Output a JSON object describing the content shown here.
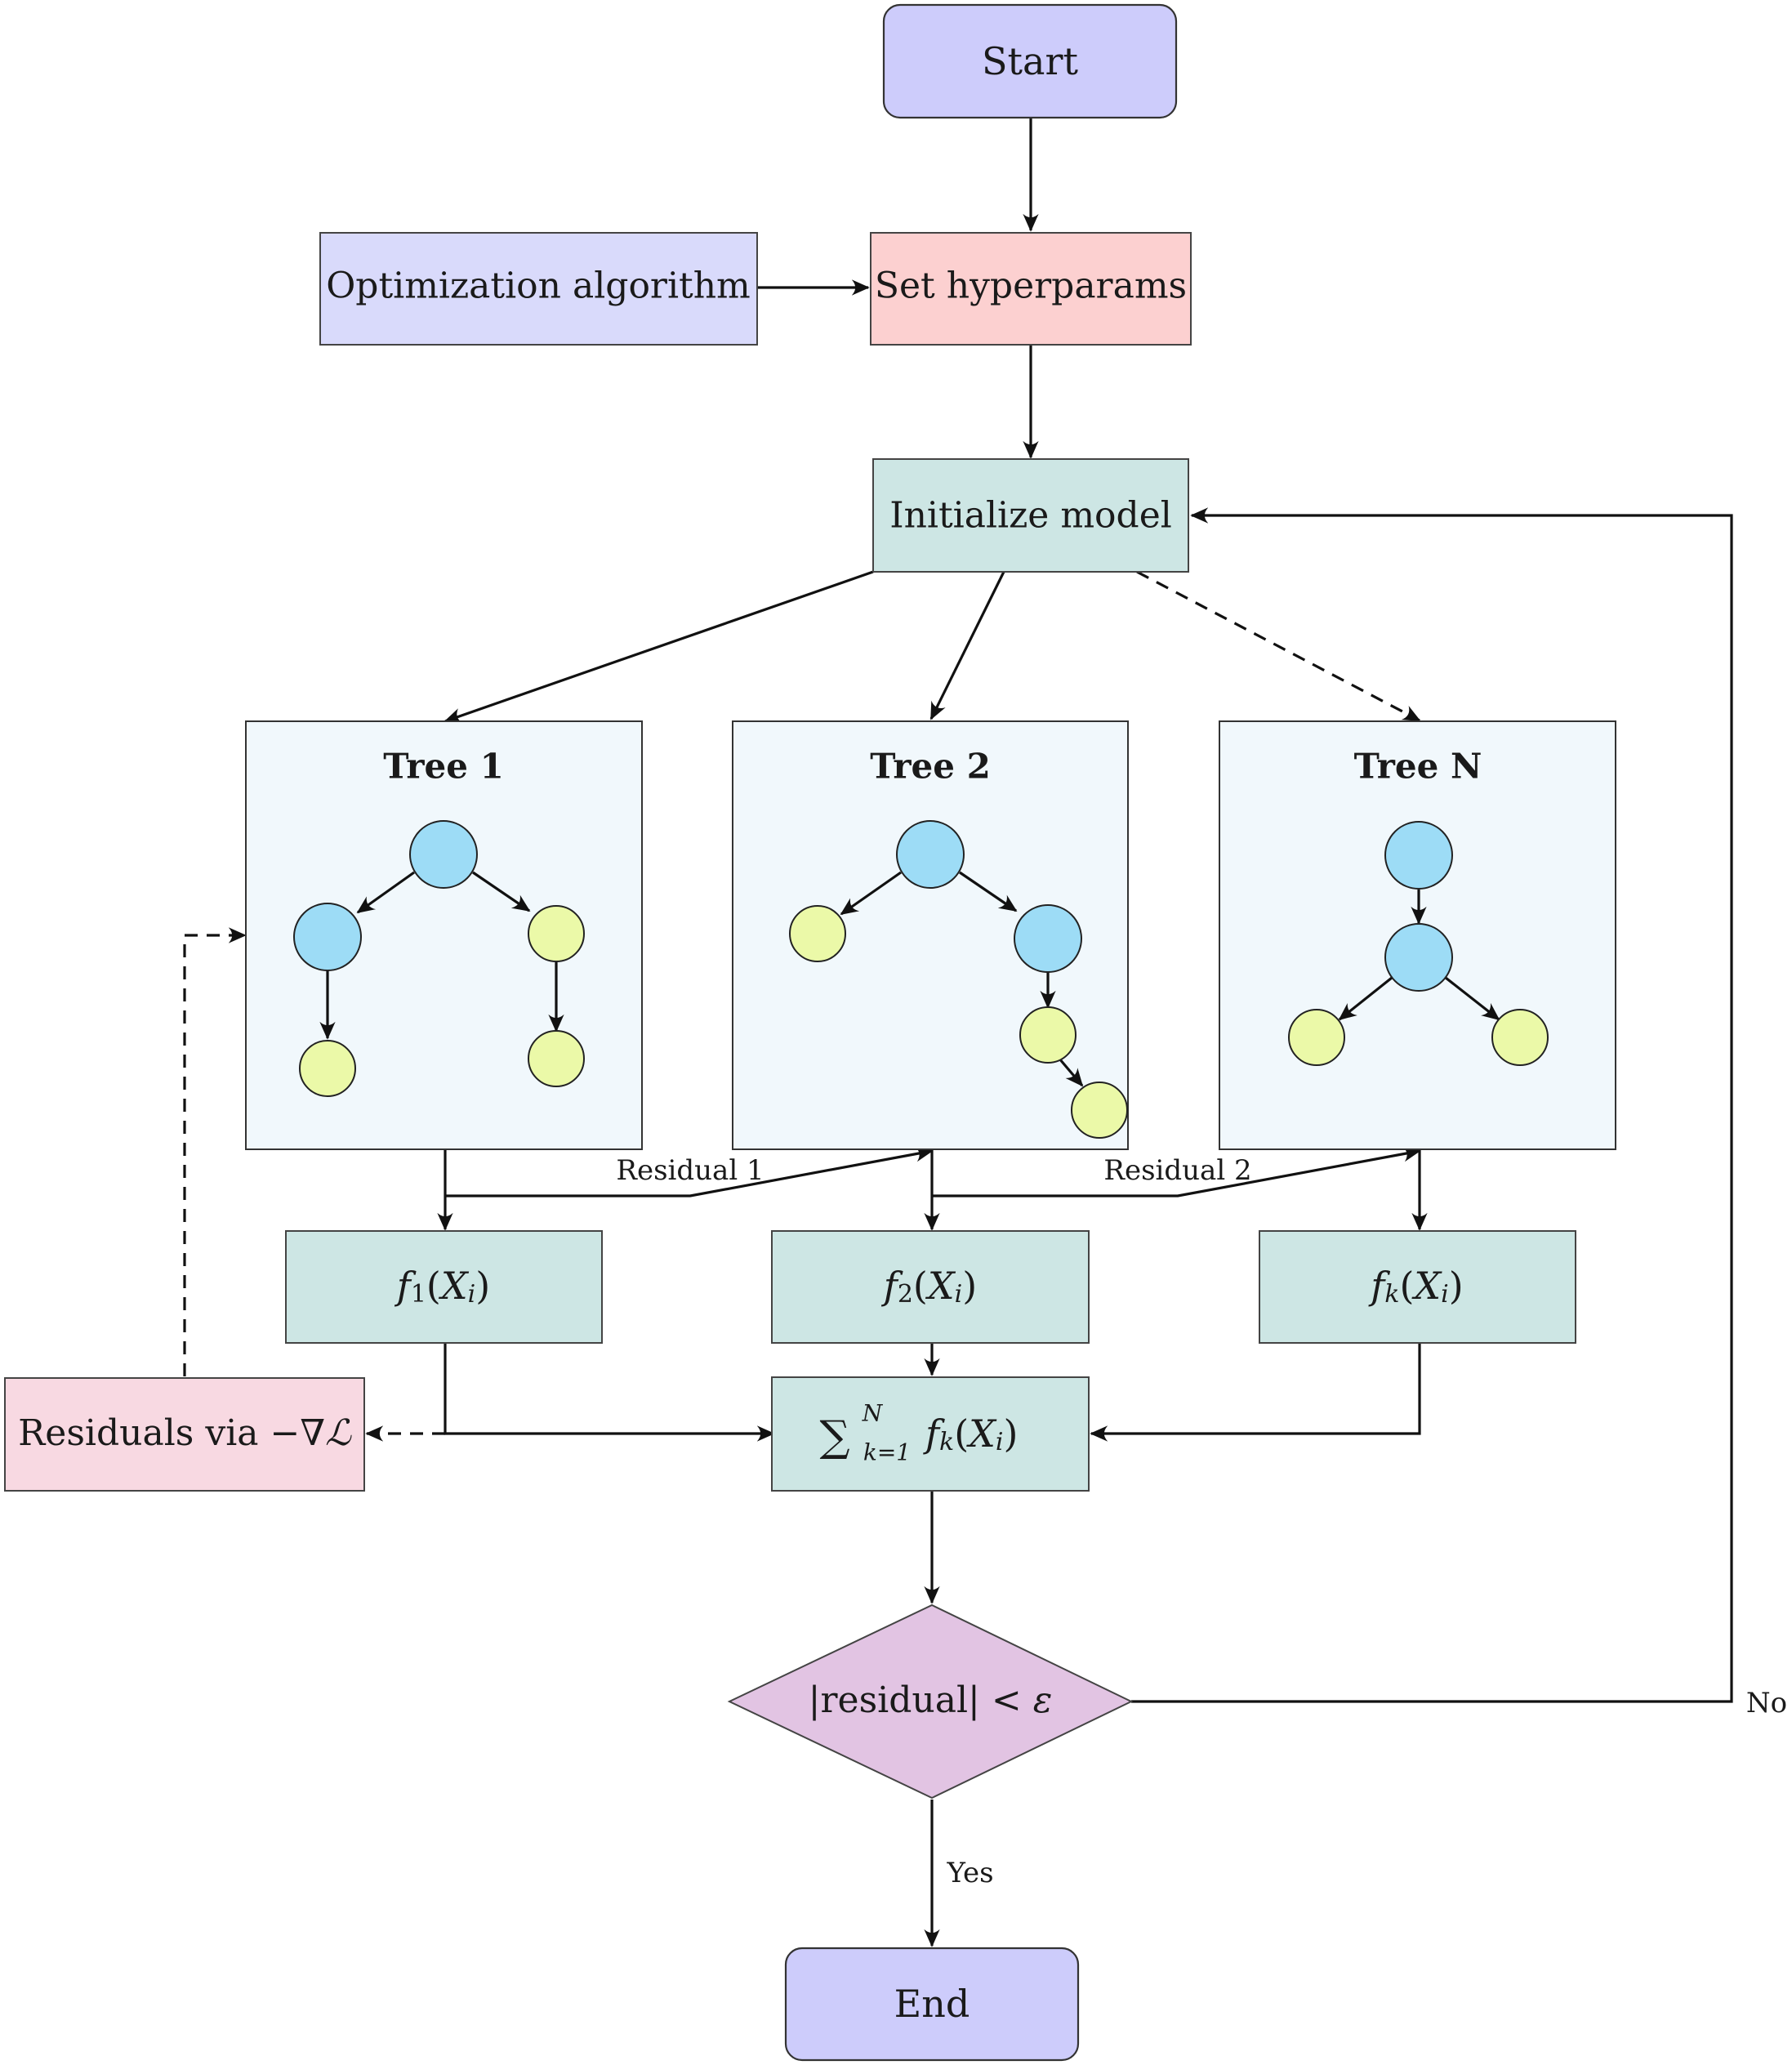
{
  "nodes": {
    "start": "Start",
    "optimization": "Optimization algorithm",
    "set_hyperparams": "Set hyperparams",
    "initialize_model": "Initialize model",
    "tree1_title": "Tree 1",
    "tree2_title": "Tree 2",
    "treeN_title": "Tree N",
    "f1": {
      "f": "f",
      "sub": "1",
      "X": "X",
      "i": "i"
    },
    "f2": {
      "f": "f",
      "sub": "2",
      "X": "X",
      "i": "i"
    },
    "fk": {
      "f": "f",
      "sub": "k",
      "X": "X",
      "i": "i"
    },
    "sum": {
      "sigma": "∑",
      "upper": "N",
      "lower": "k=1",
      "f": "f",
      "sub": "k",
      "X": "X",
      "i": "i"
    },
    "residuals": {
      "text": "Residuals via ",
      "op": "−∇",
      "L": "ℒ"
    },
    "decision": {
      "left": "|residual|",
      "lt": " < ",
      "eps": "ε"
    },
    "end": "End"
  },
  "edge_labels": {
    "residual1": "Residual 1",
    "residual2": "Residual 2",
    "no": "No",
    "yes": "Yes"
  },
  "colors": {
    "terminal": "#cdccfb",
    "optimization": "#d9dafb",
    "hyperparams": "#fcd0d0",
    "process": "#cde6e4",
    "tree_panel": "#f1f8fc",
    "internal_node": "#9ddcf6",
    "leaf_node": "#ebf9a8",
    "residuals_box": "#f8d9e2",
    "decision": "#e2c4e3"
  }
}
